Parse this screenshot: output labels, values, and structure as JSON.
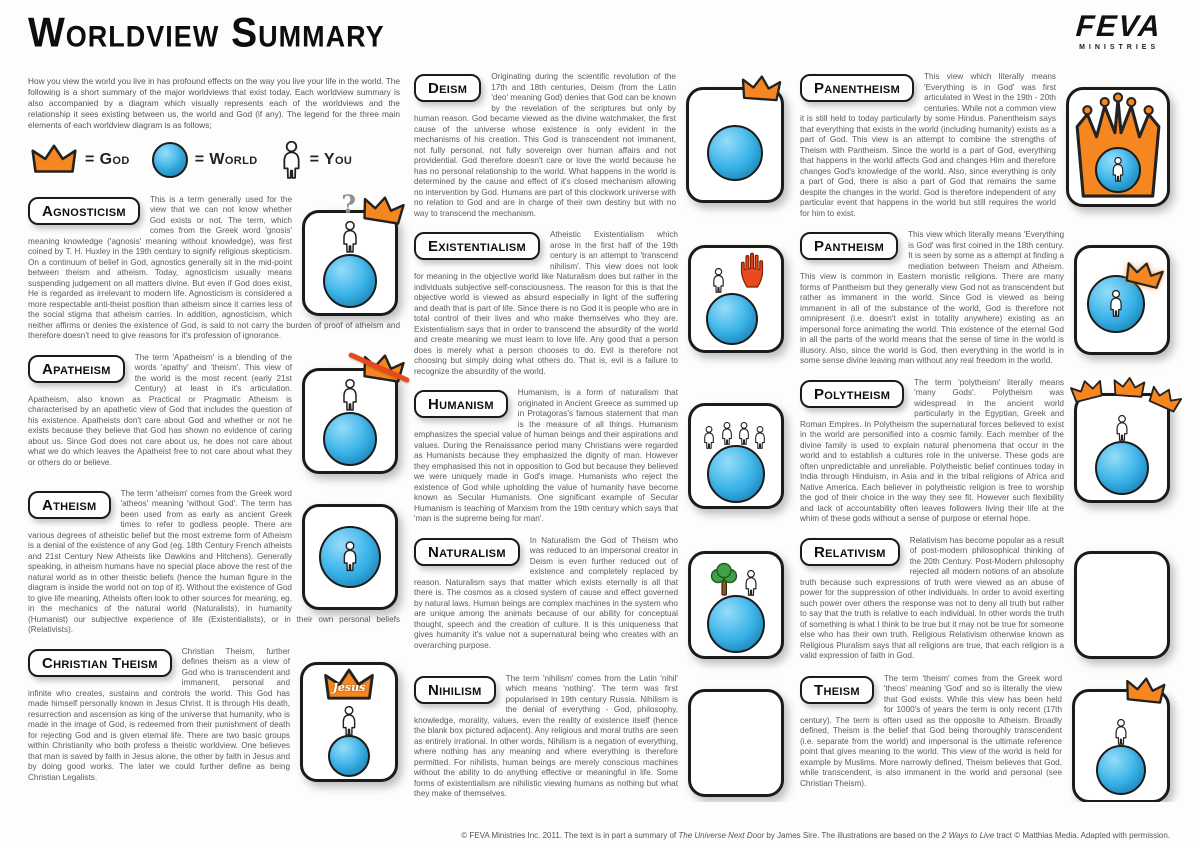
{
  "page": {
    "title": "Worldview Summary",
    "logo": {
      "name": "FEVA",
      "subtitle": "MINISTRIES"
    },
    "intro": "How you view the world you live in has profound effects on the way you live your life in the world. The following is a short summary of the major worldviews that exist today. Each worldview summary is also accompanied by a diagram which visually represents each of the worldviews and the relationship it sees existing between us, the world and God (if any). The legend for the three main elements of each worldview diagram is as follows;",
    "footer_parts": [
      "© FEVA Ministries Inc. 2011. The text is in part a summary of ",
      "The Universe Next Door",
      " by James Sire. The illustrations are based on the ",
      "2 Ways to Live",
      " tract © Matthias Media. Adapted with permission."
    ]
  },
  "colors": {
    "god_crown_orange": "#F6861F",
    "world_blue": "#29ABE2",
    "accent_red": "#E8491D",
    "tree_green": "#43A047"
  },
  "legend": [
    {
      "icon": "crown-icon",
      "label": "= God"
    },
    {
      "icon": "world-icon",
      "label": "= World"
    },
    {
      "icon": "person-icon",
      "label": "= You"
    }
  ],
  "worldviews": {
    "agnosticism": {
      "label": "Agnosticism",
      "mark": "?",
      "diagram": "crown with question mark above box; person standing on world",
      "text": "This is a term generally used for the view that we can not know whether God exists or not. The term, which comes from the Greek word 'gnosis' meaning knowledge ('agnosis' meaning without knowledge), was first coined by T. H. Huxley in the 19th century to signify religious skepticism. On a continuum of belief in God, agnostics generally sit in the mid-point between theism and atheism. Today, agnosticism usually means suspending judgement on all matters divine. But even if God does exist, He is regarded as irrelevant to modern life. Agnosticism is considered a more respectable anti-theist position than atheism since it carries less of the social stigma that atheism carries. In addition, agnosticism, which neither affirms or denies the existence of God, is said to not carry the burden of proof of atheism and therefore doesn't need to give reasons for it's profession of ignorance."
    },
    "apatheism": {
      "label": "Apatheism",
      "diagram": "crown crossed out by red slash above box; person standing on world",
      "text": "The term 'Apatheism' is a blending of the words 'apathy' and 'theism'. This view of the world is the most recent (early 21st Century) at least in it's articulation. Apatheism, also known as Practical or Pragmatic Atheism is characterised by an apathetic view of God that includes the question of his existence. Apatheists don't care about God and whether or not he exists because they believe that God has shown no evidence of caring about us. Since God does not care about us, he does not care about what we do which leaves the Apatheist free to not care about what they or others do or believe."
    },
    "atheism": {
      "label": "Atheism",
      "diagram": "person inside the world; no crown",
      "text": "The term 'atheism' comes from the Greek word 'atheos' meaning 'without God'. The term has been used from as early as ancient Greek times to refer to godless people. There are various degrees of atheistic belief but the most extreme form of Atheism is a denial of the existence of any God (eg. 18th Century French atheists and 21st Century New Atheists like Dawkins and Hitchens). Generally speaking, in atheism humans have no special place above the rest of the natural world as in other theistic beliefs (hence the human figure in the diagram is inside the world not on top of it). Without the existence of God to give life meaning, Atheists often look to other sources for meaning, eg. in the mechanics of the natural world (Naturalists), in humanity (Humanist) our subjective experience of life (Existentialists), or in their own personal beliefs (Relativists)."
    },
    "christian_theism": {
      "label": "Christian Theism",
      "crown_label": "Jesus",
      "diagram": "crown labelled Jesus above person standing on the world",
      "text": "Christian Theism, further defines theism as a view of God who is transcendent and immanent, personal and infinite who creates, sustains and controls the world. This God has made himself personally known in Jesus Christ. It is through His death, resurrection and ascension as king of the universe that humanity, who is made in the image of God, is redeemed from their punishment of death for rejecting God and is given eternal life. There are two basic groups within Christianity who both profess a theistic worldview. One believes that man is saved by faith in Jesus alone, the other by faith in Jesus and by doing good works. The later we could further define as being Christian Legalists."
    },
    "deism": {
      "label": "Deism",
      "diagram": "crown perched on top right corner of box; world inside",
      "text": "Originating during the scientific revolution of the 17th and 18th centuries, Deism (from the Latin 'deo' meaning God) denies that God can be known by the revelation of the scriptures but only by human reason. God became viewed as the divine watchmaker, the first cause of the universe whose existence is only evident in the mechanisms of his creation. This God is transcendent not immanent, not fully personal, not fully sovereign over human affairs and not providential. God therefore doesn't care or love the world because he has no personal relationship to the world. What happens in the world is determined by the cause and effect of it's closed mechanism allowing no intervention by God. Humans are part of this clockwork universe with no relation to God and are in charge of their own destiny but with no way to transcend the mechanism."
    },
    "existentialism": {
      "label": "Existentialism",
      "diagram": "raised red hand above person standing on the world",
      "text": "Atheistic Existentialism which arose in the first half of the 19th century is an attempt to 'transcend nihilism'. This view does not look for meaning in the objective world like Naturalism does but rather in the individuals subjective self-consciousness. The reason for this is that the objective world is viewed as absurd especially in light of the suffering and death that is part of life. Since there is no God it is people who are in total control of their lives and who make themselves who they are. Existentialism says that in order to transcend the absurdity of the world and create meaning we must learn to love life. Any good that a person does is merely what a person chooses to do. Evil is therefore not choosing but simply doing what others do. That is, evil is a failure to recognize the absurdity of the world."
    },
    "humanism": {
      "label": "Humanism",
      "diagram": "group of people standing on top of the world",
      "text": "Humanism, is a form of naturalism that originated in Ancient Greece as summed up in Protagoras's famous statement that man is the measure of all things. Humanism emphasizes the special value of human beings and their aspirations and values. During the Renaissance period many Christians were regarded as Humanists because they emphasized the dignity of man. However they emphasised this not in opposition to God but because they believed we were uniquely made in God's image. Humanists who reject the existence of God while upholding the value of humanity have become known as Secular Humanists. One significant example of Secular Humanism is teaching of Marxism from the 19th century which says that 'man is the supreme being for man'."
    },
    "naturalism": {
      "label": "Naturalism",
      "diagram": "tree and person standing on top of the world; no crown",
      "text": "In Naturalism the God of Theism who was reduced to an impersonal creator in Deism is even further reduced out of existence and completely replaced by reason. Naturalism says that matter which exists eternally is all that there is. The cosmos as a closed system of cause and effect governed by natural laws. Human beings are complex machines in the system who are unique among the animals because of our ability for conceptual thought, speech and the creation of culture. It is this uniqueness that gives humanity it's value not a supernatural being who creates with an overarching purpose."
    },
    "nihilism": {
      "label": "Nihilism",
      "diagram": "blank box",
      "text": "The term 'nihilism' comes from the Latin 'nihil' which means 'nothing'. The term was first popularised in 19th century Russia. Nihilism is the denial of everything - God, philosophy, knowledge, morality, values, even the reality of existence itself (hence the blank box pictured adjacent). Any religious and moral truths are seen as entirely irrational. In other words, Nihilism is a negation of everything, where nothing has any meaning and where everything is therefore permitted. For nihilists, human beings are merely conscious machines without the ability to do anything effective or meaningful in life. Some forms of existentialism are nihilistic viewing humans as nothing but what they make of themselves."
    },
    "panentheism": {
      "label": "Panentheism",
      "diagram": "large crown filling the box with the world and person inside the crown",
      "text": "This view which literally means 'Everything is in God' was first articulated in West in the 19th - 20th centuries. While not a common view it is still held to today particularly by some Hindus. Panentheism says that everything that exists in the world (including humanity) exists as a part of God. This view is an attempt to combine the strengths of Theism with Pantheism. Since the world is a part of God, everything that happens in the world affects God and changes Him and therefore changes God's knowledge of the world. Also, since everything is only a part of God, there is also a part of God that remains the same despite the changes in the world. God is therefore independent of any particular event that happens in the world but still requires the world for him to exist."
    },
    "pantheism": {
      "label": "Pantheism",
      "diagram": "crown merged into the world with person inside the world",
      "text": "This view which literally means 'Everything is God' was first coined in the 18th century. It is seen by some as a attempt at finding a mediation between Theism and Atheism. This view is common in Eastern monistic religions. There are many forms of Pantheism but they generally view God not as transcendent but rather as immanent in the world. Since God is viewed as being immanent in all of the substance of the world, God is therefore not omnipresent (i.e. doesn't exist in totality anywhere) existing as an impersonal force animating the world. This existence of the eternal God in all the parts of the world means that the sense of time in the world is illusory. Also, since the world is God, then everything in the world is in some sense divine leaving man without any real freedom in the world."
    },
    "polytheism": {
      "label": "Polytheism",
      "diagram": "several crowns around the box; person standing on the world",
      "text": "The term 'polytheism' literally means 'many Gods'. Polytheism was widespread in the ancient world particularly in the Egyptian, Greek and Roman Empires. In Polytheism the supernatural forces believed to exist in the world are personified into a cosmic family. Each member of the divine family is used to explain natural phenomena that occur in the world and to establish a cultures role in the universe. These gods are often unpredictable and unreliable. Polytheistic belief continues today in India through Hinduism, in Asia and in the tribal religions of Africa and Native America. Each believer in polytheistic religion is free to worship the god of their choice in the way they see fit. However such flexibility and lack of accountability often leaves followers living their life at the whim of these gods without a sense of purpose or eternal hope."
    },
    "relativism": {
      "label": "Relativism",
      "diagram": "empty box",
      "text": "Relativism has become popular as a result of post-modern philosophical thinking of the 20th Century. Post-Modern philosophy rejected all modern notions of an absolute truth because such expressions of truth were viewed as an abuse of power for the suppression of other individuals. In order to avoid exerting such power over others the response was not to deny all truth but rather to say that the truth is relative to each individual. In other words the truth of something is what I think to be true but it may not be true for someone else who has their own truth. Religious Relativism otherwise known as Religious Pluralism says that all religions are true, that each religion is a valid expression of faith in God."
    },
    "theism": {
      "label": "Theism",
      "diagram": "crown above the box; person standing on the world inside",
      "text": "The term 'theism' comes from the Greek word 'theos' meaning 'God' and so is literally the view that God exists. While this view has been held for 1000's of years the term is only recent (17th century). The term is often used as the opposite to Atheism. Broadly defined, Theism is the belief that God being thoroughly transcendent (i.e. separate from the world) and impersonal is the ultimate reference point that gives meaning to the world. This view of the world is held for example by Muslims. More narrowly defined, Theism believes that God, while transcendent, is also immanent in the world and personal (see Christian Theism)."
    }
  }
}
